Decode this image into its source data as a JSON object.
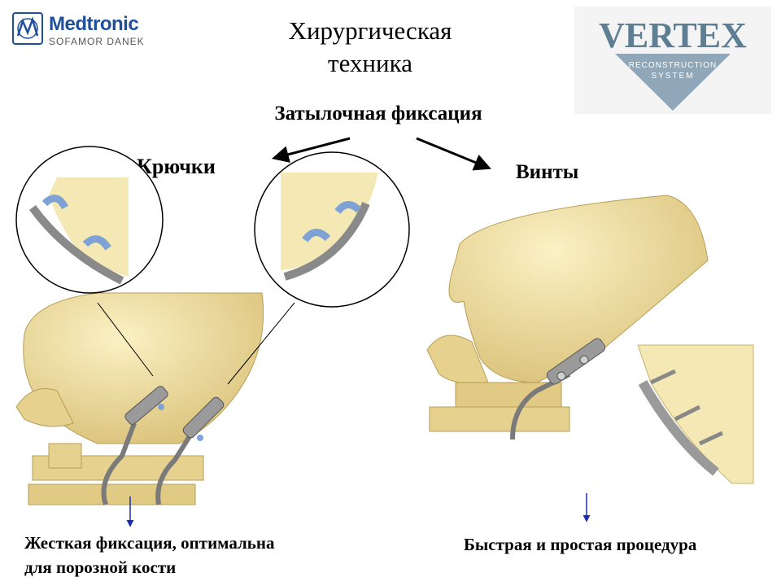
{
  "header": {
    "left_logo": {
      "brand": "Medtronic",
      "subtitle": "SOFAMOR DANEK"
    },
    "title_line1": "Хирургическая",
    "title_line2": "техника",
    "right_logo": {
      "brand": "VERTEX",
      "line1": "RECONSTRUCTION",
      "line2": "SYSTEM"
    }
  },
  "sections": {
    "main_heading": "Затылочная фиксация",
    "hooks_label": "Крючки",
    "screws_label": "Винты"
  },
  "captions": {
    "hooks_line1": "Жесткая фиксация, оптимальна",
    "hooks_line2": "для порозной кости",
    "screws": "Быстрая и простая процедура"
  },
  "colors": {
    "bone": "#ead99a",
    "metal": "#8a8a8a",
    "hook_blue": "#7fa2d6",
    "arrow_blue": "#1a2bb0",
    "logo_blue": "#1f4e9c"
  }
}
